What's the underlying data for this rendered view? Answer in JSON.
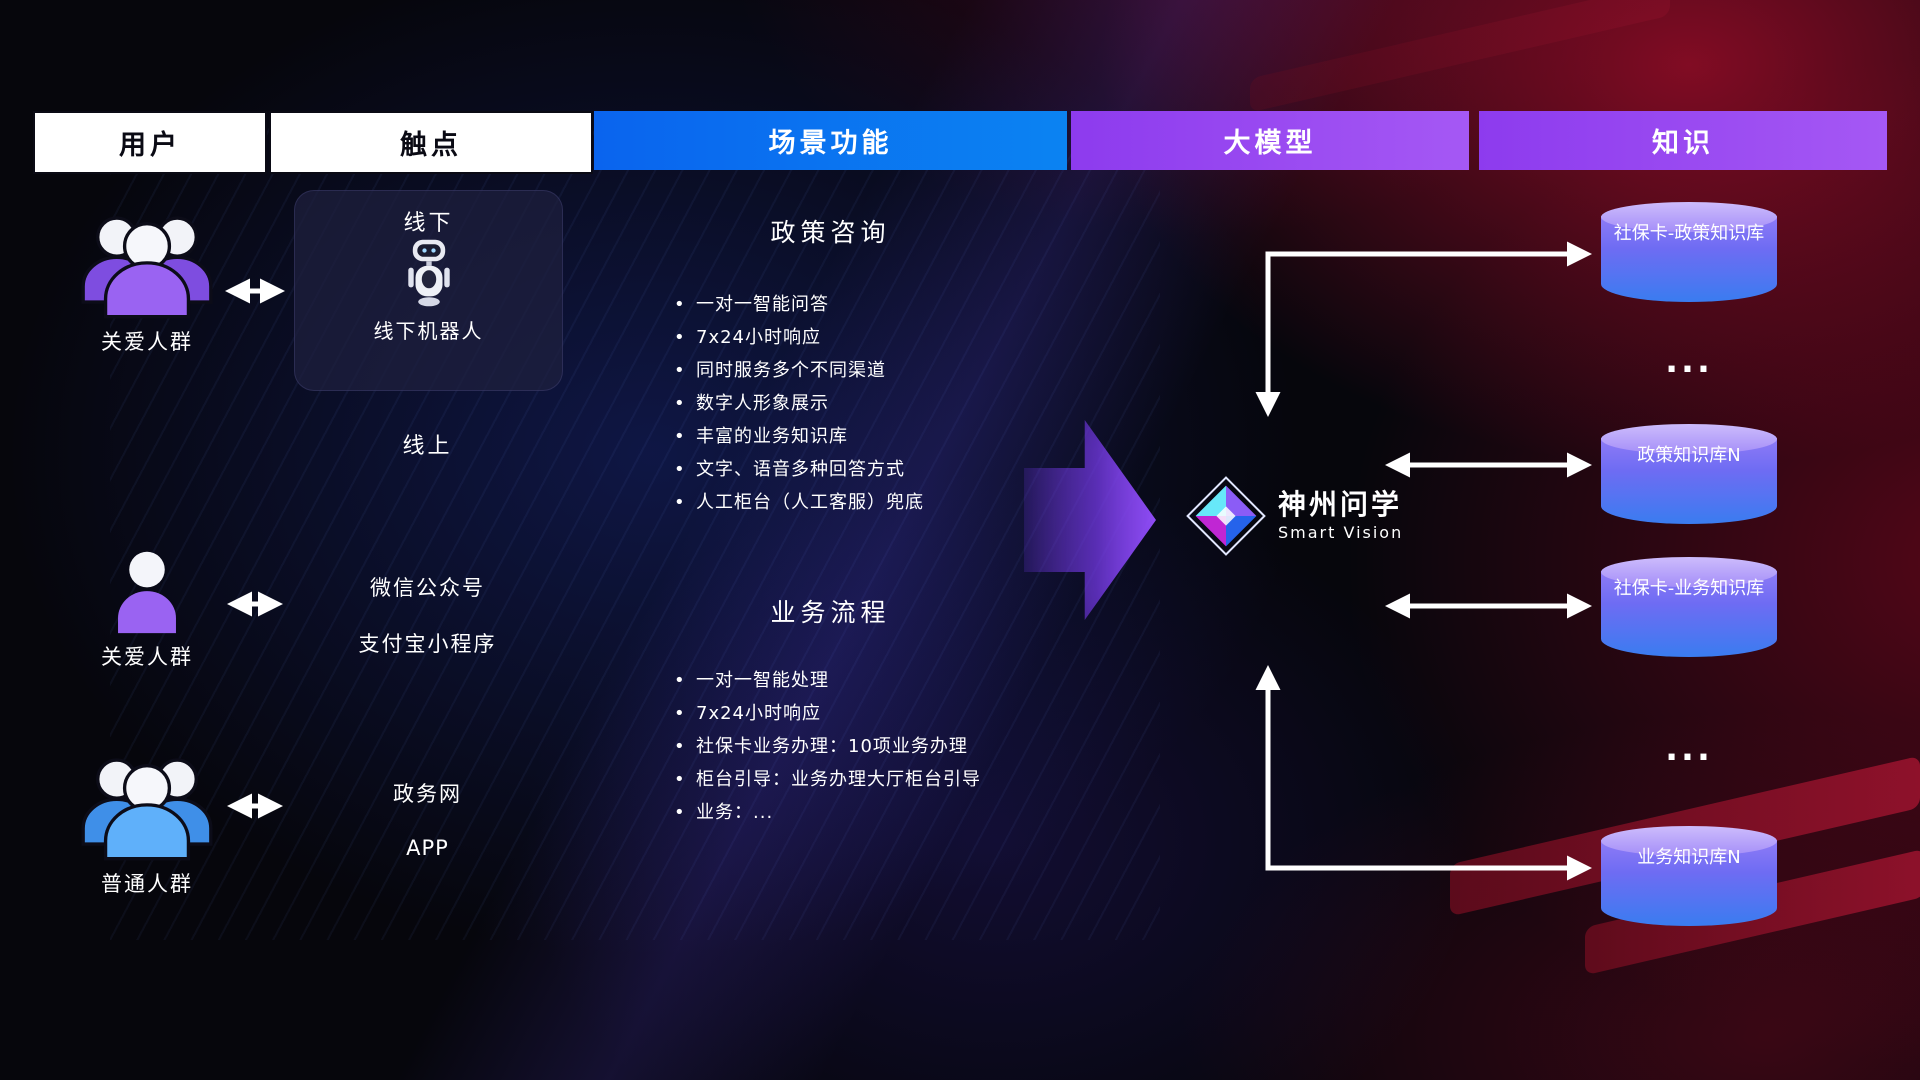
{
  "colors": {
    "header_blue": "#0b6ff0",
    "header_purple": "#9b4cf0",
    "accent_purple": "#9a63f2",
    "accent_blue": "#4d9df5",
    "cylinder_top": "#c4b5fd",
    "cylinder_bottom": "#3a7cf0",
    "background_red": "#a01227",
    "arrow_white": "#ffffff"
  },
  "header": {
    "columns": [
      {
        "label": "用户"
      },
      {
        "label": "触点"
      },
      {
        "label": "场景功能"
      },
      {
        "label": "大模型"
      },
      {
        "label": "知识"
      }
    ]
  },
  "users": [
    {
      "label": "关爱人群",
      "type": "group-purple"
    },
    {
      "label": "关爱人群",
      "type": "single-purple"
    },
    {
      "label": "普通人群",
      "type": "group-blue"
    }
  ],
  "touchpoints": {
    "offline_card": {
      "title": "线下",
      "robot_label": "线下机器人"
    },
    "online_label": "线上",
    "wechat_label": "微信公众号",
    "alipay_label": "支付宝小程序",
    "gov_label": "政务网",
    "app_label": "APP"
  },
  "scenes": [
    {
      "title": "政策咨询",
      "items": [
        "一对一智能问答",
        "7x24小时响应",
        "同时服务多个不同渠道",
        "数字人形象展示",
        "丰富的业务知识库",
        "文字、语音多种回答方式",
        "人工柜台（人工客服）兜底"
      ]
    },
    {
      "title": "业务流程",
      "items": [
        "一对一智能处理",
        "7x24小时响应",
        "社保卡业务办理：10项业务办理",
        "柜台引导：业务办理大厅柜台引导",
        "业务：..."
      ]
    }
  ],
  "model": {
    "name": "神州问学",
    "subtitle": "Smart Vision"
  },
  "knowledge": {
    "items": [
      {
        "type": "db",
        "label": "社保卡-政策知识库"
      },
      {
        "type": "dots",
        "label": "..."
      },
      {
        "type": "db",
        "label": "政策知识库N"
      },
      {
        "type": "db",
        "label": "社保卡-业务知识库"
      },
      {
        "type": "dots",
        "label": "..."
      },
      {
        "type": "db",
        "label": "业务知识库N"
      }
    ]
  }
}
